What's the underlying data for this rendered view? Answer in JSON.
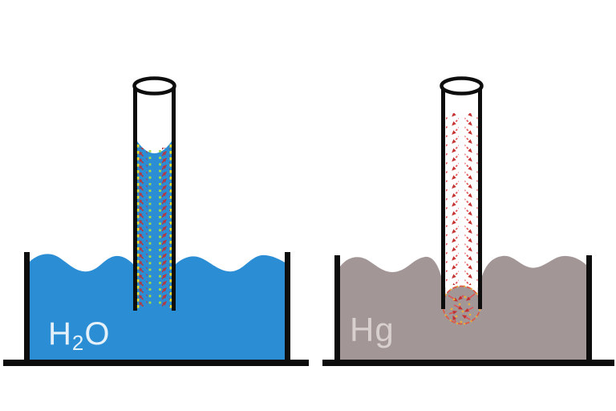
{
  "diagram": {
    "background": "#ffffff",
    "water_panel": {
      "label_h": "H",
      "label_sub": "2",
      "label_o": "O"
    },
    "mercury_panel": {
      "label": "Hg"
    },
    "colors": {
      "water": "#2b8ed5",
      "water_label": "#e4f1fb",
      "mercury": "#a39697",
      "mercury_label": "#d8cfcf",
      "outline": "#0d0d0d",
      "wall_dash_yellow": "#e6dc2e",
      "water_dot_green": "#a8dc3c",
      "adhesion_arrow_red": "#b23a44",
      "cohesion_arrow_red": "#e05050",
      "cohesion_head_red": "#c43030",
      "blob_ring_red": "#dd5a44",
      "blob_dot_yellow": "#eaae3c",
      "tube_interior_white": "#ffffff"
    }
  }
}
